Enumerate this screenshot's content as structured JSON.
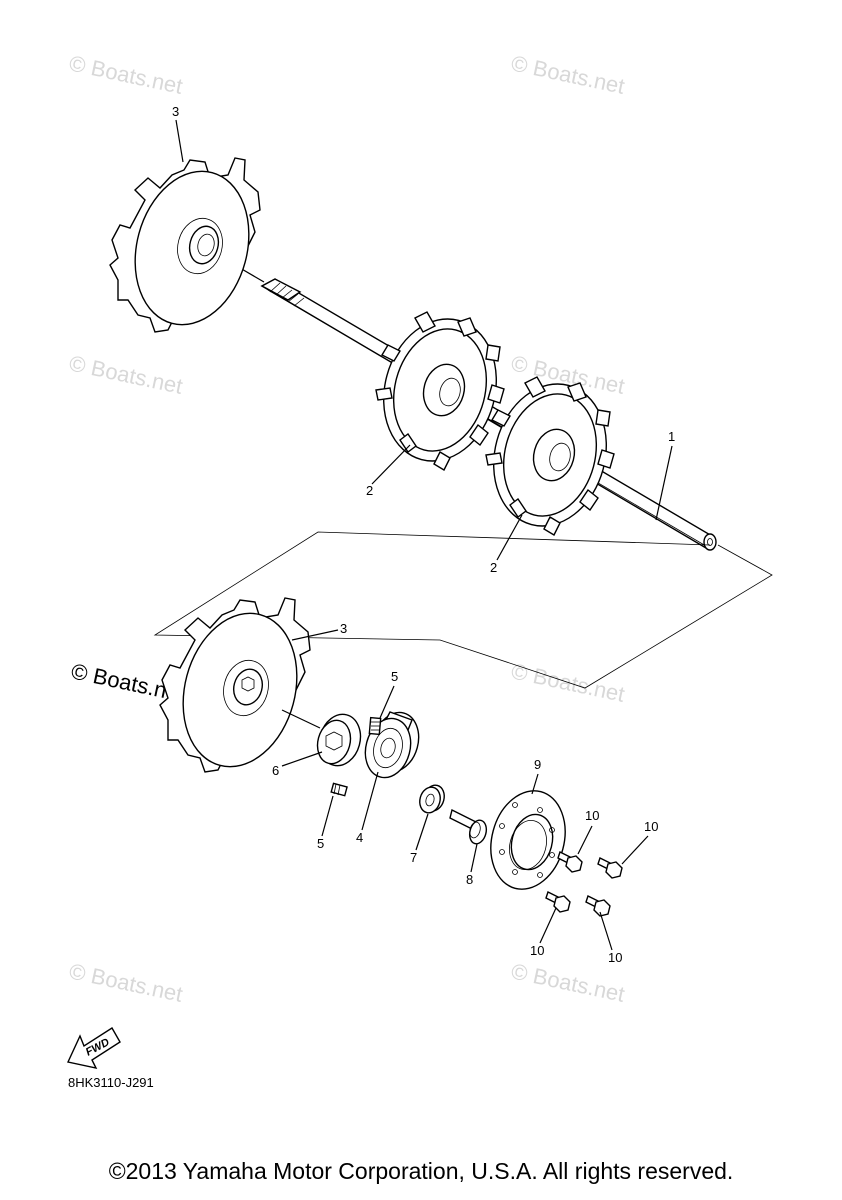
{
  "watermarks": [
    {
      "text": "© Boats.net"
    },
    {
      "text": "© Boats.net"
    },
    {
      "text": "© Boats.net"
    },
    {
      "text": "© Boats.net"
    },
    {
      "text": "© Boats.net"
    },
    {
      "text": "© Boats.net"
    },
    {
      "text": "© Boats.net"
    },
    {
      "text": "© Boats.net"
    }
  ],
  "callouts": {
    "c1": "1",
    "c2a": "2",
    "c2b": "2",
    "c3a": "3",
    "c3b": "3",
    "c4": "4",
    "c5a": "5",
    "c5b": "5",
    "c6": "6",
    "c7": "7",
    "c8": "8",
    "c9": "9",
    "c10a": "10",
    "c10b": "10",
    "c10c": "10",
    "c10d": "10"
  },
  "fwd_label": "FWD",
  "diagram_code": "8HK3110-J291",
  "copyright": "©2013 Yamaha Motor Corporation, U.S.A. All rights reserved."
}
